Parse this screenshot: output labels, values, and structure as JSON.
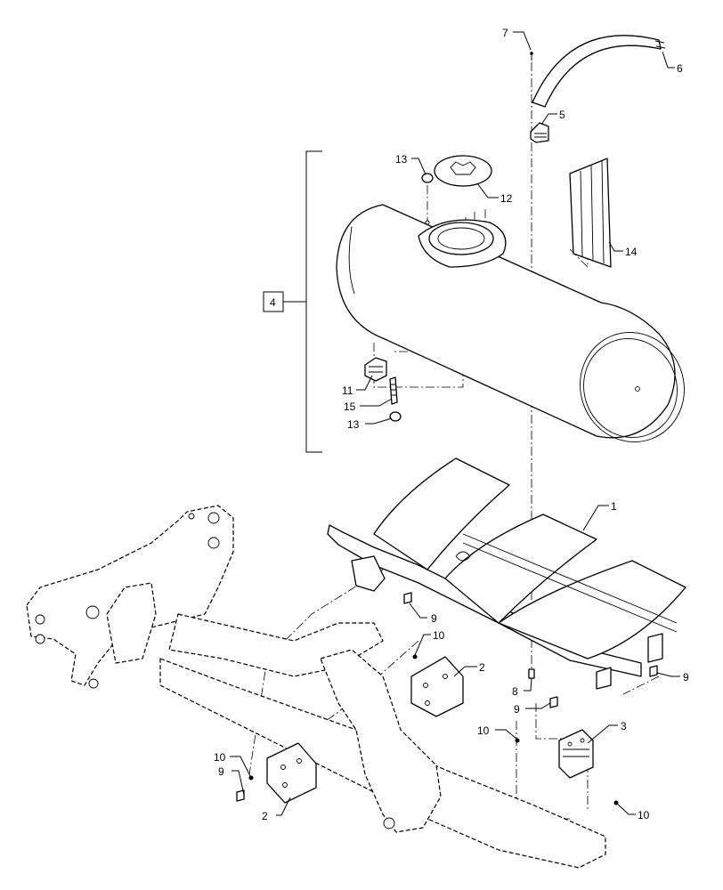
{
  "callouts": [
    {
      "id": "c1",
      "label": "1"
    },
    {
      "id": "c2a",
      "label": "2"
    },
    {
      "id": "c2b",
      "label": "2"
    },
    {
      "id": "c3",
      "label": "3"
    },
    {
      "id": "c4",
      "label": "4"
    },
    {
      "id": "c5",
      "label": "5"
    },
    {
      "id": "c6",
      "label": "6"
    },
    {
      "id": "c7",
      "label": "7"
    },
    {
      "id": "c8",
      "label": "8"
    },
    {
      "id": "c9a",
      "label": "9"
    },
    {
      "id": "c9b",
      "label": "9"
    },
    {
      "id": "c9c",
      "label": "9"
    },
    {
      "id": "c9d",
      "label": "9"
    },
    {
      "id": "c10a",
      "label": "10"
    },
    {
      "id": "c10b",
      "label": "10"
    },
    {
      "id": "c10c",
      "label": "10"
    },
    {
      "id": "c10d",
      "label": "10"
    },
    {
      "id": "c11",
      "label": "11"
    },
    {
      "id": "c12",
      "label": "12"
    },
    {
      "id": "c13a",
      "label": "13"
    },
    {
      "id": "c13b",
      "label": "13"
    },
    {
      "id": "c14",
      "label": "14"
    },
    {
      "id": "c15",
      "label": "15"
    }
  ]
}
